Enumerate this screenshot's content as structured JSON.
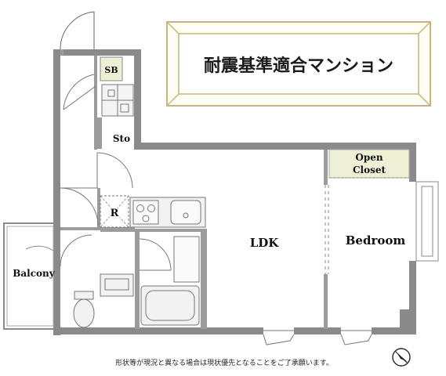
{
  "banner": {
    "text": "耐震基準適合マンション"
  },
  "rooms": {
    "sb": "SB",
    "sto": "Sto",
    "open_closet_line1": "Open",
    "open_closet_line2": "Closet",
    "refrigerator": "R",
    "ldk": "LDK",
    "bedroom": "Bedroom",
    "balcony": "Balcony"
  },
  "footer": {
    "note": "形状等が現況と異なる場合は現状優先となることをご了承願います。"
  },
  "icons": {
    "compass": "north-arrow-icon"
  },
  "colors": {
    "wall": "#8a8a8a",
    "wall_dark": "#6f6f6f",
    "closet_fill": "#eef0d6",
    "banner_frame": "#c9b57a",
    "fixture": "#9a9a9a"
  }
}
